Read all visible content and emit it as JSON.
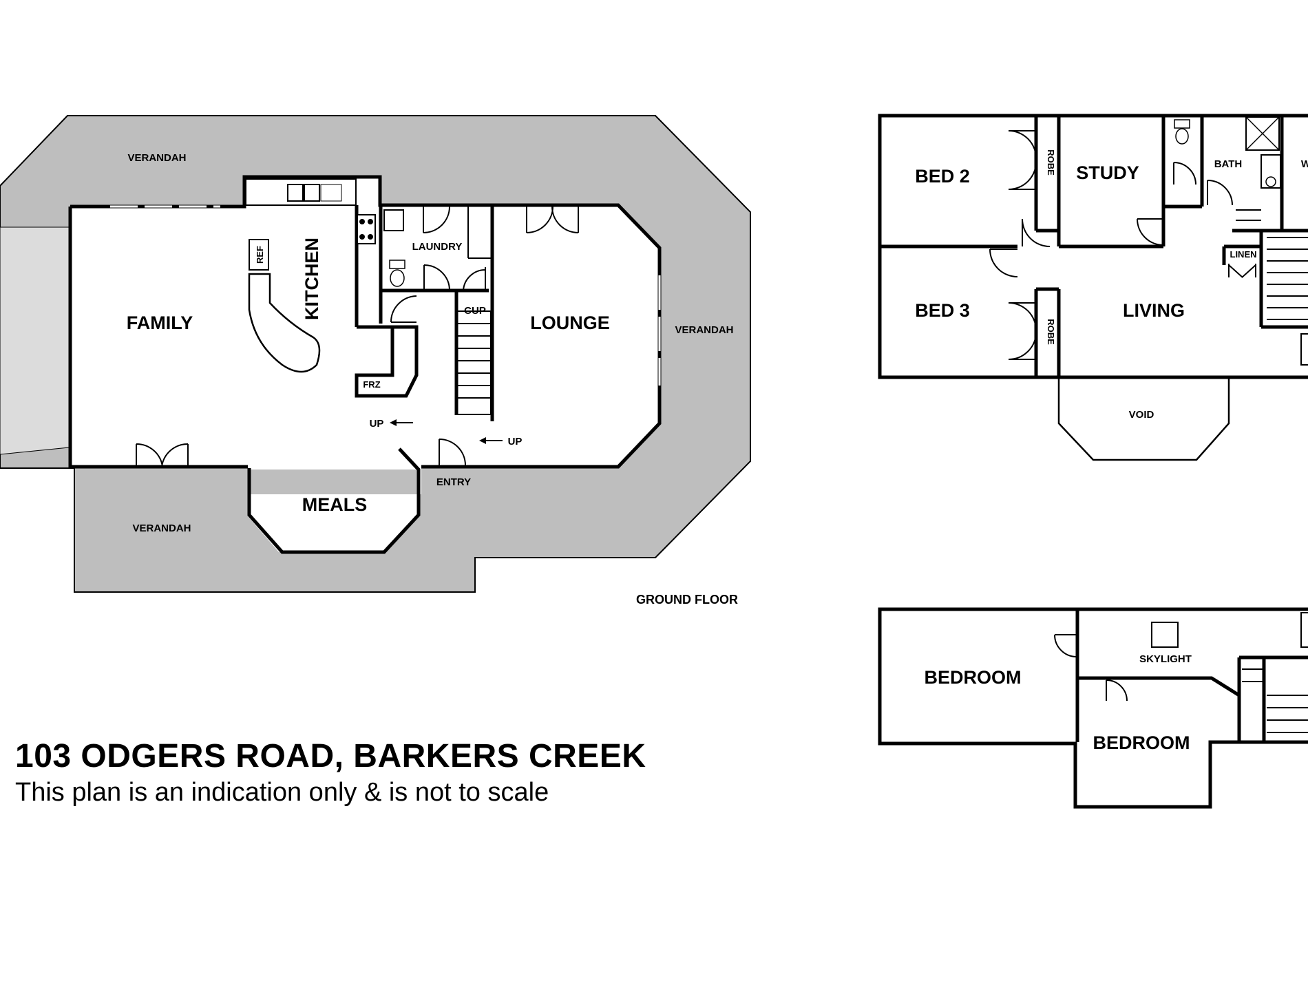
{
  "title": "103 ODGERS ROAD, BARKERS CREEK",
  "subtitle": "This plan is an indication only & is not to scale",
  "ground_floor": {
    "caption": "GROUND FLOOR",
    "rooms": {
      "family": "FAMILY",
      "kitchen": "KITCHEN",
      "laundry": "LAUNDRY",
      "cup": "CUP",
      "lounge": "LOUNGE",
      "meals": "MEALS",
      "entry": "ENTRY",
      "verandah_top": "VERANDAH",
      "verandah_right": "VERANDAH",
      "verandah_bottom": "VERANDAH",
      "ref": "REF",
      "frz": "FRZ",
      "up_left": "UP",
      "up_right": "UP"
    }
  },
  "first_floor": {
    "rooms": {
      "bed2": "BED 2",
      "bed3": "BED 3",
      "robe_top": "ROBE",
      "robe_bottom": "ROBE",
      "study": "STUDY",
      "bath": "BATH",
      "linen": "LINEN",
      "living": "LIVING",
      "void": "VOID",
      "w_partial": "W"
    }
  },
  "attic_floor": {
    "rooms": {
      "bedroom_left": "BEDROOM",
      "bedroom_right": "BEDROOM",
      "skylight": "SKYLIGHT"
    }
  }
}
